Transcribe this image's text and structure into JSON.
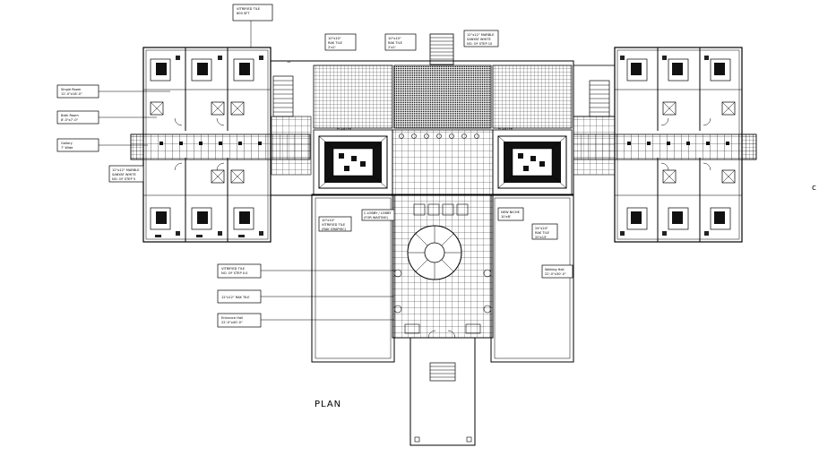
{
  "plan": {
    "title": "PLAN",
    "corner_mark": "c"
  },
  "labels": {
    "top_tile_1": "VITRIFIED TILE",
    "top_tile_2": "600 SFT",
    "top_tile_3": "10\"x10\"",
    "top_tile_4": "RAK TILE",
    "top_tile_5": "2'x2'",
    "top_marble_1": "12\"x12\" MARBLE",
    "top_marble_2": "SANYAT WHITE",
    "top_marble_3": "NO. OF STEP 10",
    "single_room_1": "Single Room",
    "single_room_2": "12'-0\"x18'-0\"",
    "bath_room_1": "Bath Room",
    "bath_room_2": "8'-0\"x7'-0\"",
    "gallery_1": "Gallery",
    "gallery_2": "7' Wide",
    "left_marble_1": "12\"x12\" MARBLE",
    "left_marble_2": "SANYAT WHITE",
    "left_marble_3": "NO. OF STEP 5",
    "planter": "PLANTER",
    "planter2": "PLANTER",
    "vitrified_small_1": "10\"x10\"",
    "vitrified_small_2": "VITRIFIED TILE",
    "vitrified_small_3": "(RAK GRAPHIC)",
    "c_lobby_1": "C.LOBBY / LOBBY",
    "c_lobby_2": "(FOR WAITING)",
    "right_niche_1": "NEW NICHE",
    "right_niche_2": "10'x8'",
    "right_tile_1": "24\"x24\"",
    "right_tile_2": "RAK TILE",
    "right_tile_3": "20'x15'",
    "right_room_1": "Waiting Hall",
    "right_room_2": "22'-0\"x30'-0\"",
    "vitrified_tile_1": "VITRIFIED TILE",
    "vitrified_tile_2": "NO. OF STEP 0.0",
    "rak_tile_1": "12\"x12\" RAK TILE",
    "entrance_hall_1": "Entrance Hall",
    "entrance_hall_2": "22'-0\"x40'-0\"",
    "dim_mark": "12'"
  }
}
